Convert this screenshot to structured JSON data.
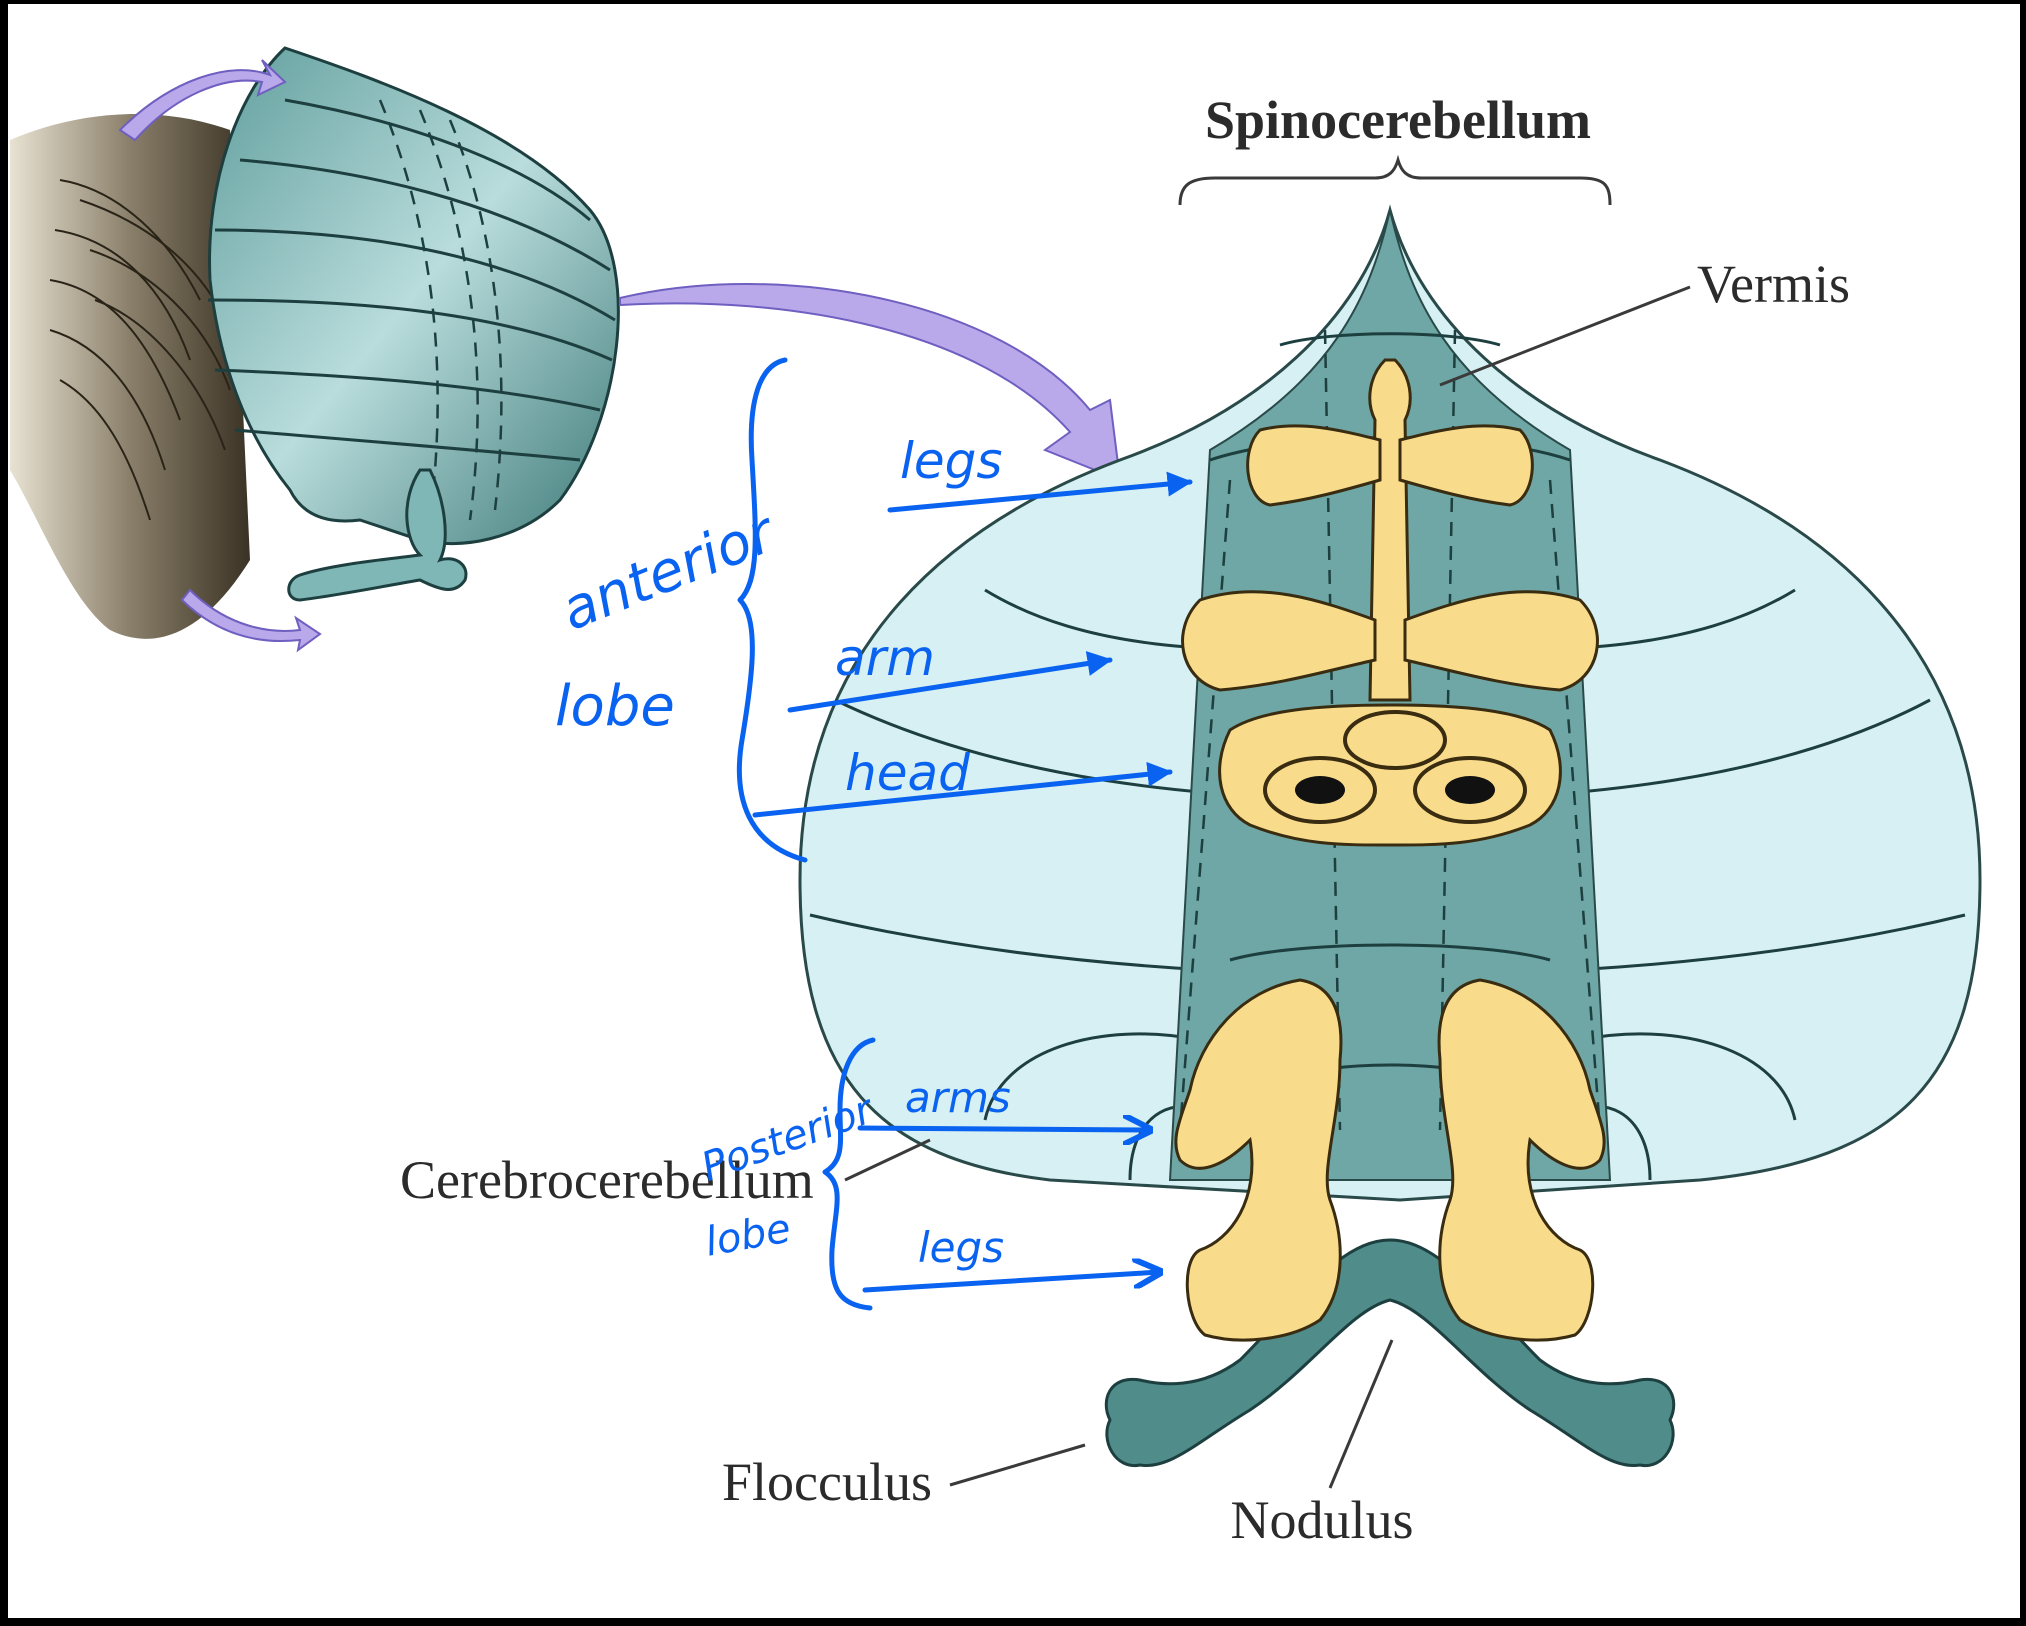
{
  "labels": {
    "spinocerebellum": "Spinocerebellum",
    "vermis": "Vermis",
    "cerebrocerebellum": "Cerebrocerebellum",
    "flocculus": "Flocculus",
    "nodulus": "Nodulus"
  },
  "handwritten": {
    "anterior_lobe_line1": "anterior",
    "anterior_lobe_line2": "lobe",
    "legs_top": "legs",
    "arm": "arm",
    "head": "head",
    "posterior_lobe_line1": "Posterior",
    "posterior_lobe_line2": "lobe",
    "arms_bottom": "arms",
    "legs_bottom": "legs"
  },
  "colors": {
    "background": "#ffffff",
    "cerebellum_light": "#d7f0f3",
    "cerebellum_mid": "#7fb7b6",
    "vermis_dark": "#5f9e9c",
    "homunculus": "#f9dc8b",
    "annotation_ink": "#0a63f0",
    "arrow_purple": "#b9a8ea"
  }
}
